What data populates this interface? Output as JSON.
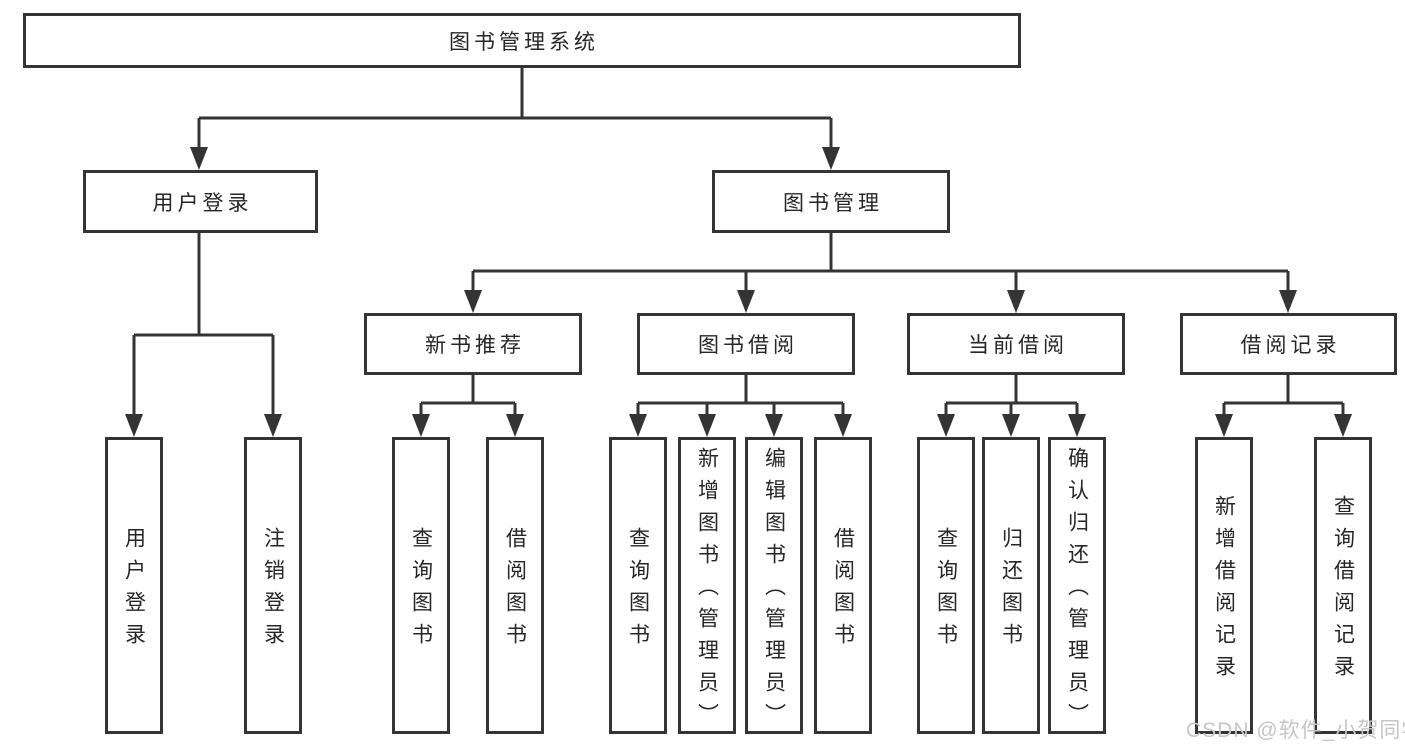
{
  "diagram": {
    "root": "图书管理系统",
    "user_login": {
      "label": "用户登录",
      "children": [
        "用户登录",
        "注销登录"
      ]
    },
    "book_mgmt": {
      "label": "图书管理",
      "new_book": {
        "label": "新书推荐",
        "children": [
          "查询图书",
          "借阅图书"
        ]
      },
      "book_borrow": {
        "label": "图书借阅",
        "children": [
          "查询图书",
          "新增图书（管理员）",
          "编辑图书（管理员）",
          "借阅图书"
        ]
      },
      "current_borrow": {
        "label": "当前借阅",
        "children": [
          "查询图书",
          "归还图书",
          "确认归还（管理员）"
        ]
      },
      "borrow_records": {
        "label": "借阅记录",
        "children": [
          "新增借阅记录",
          "查询借阅记录"
        ]
      }
    }
  },
  "watermark": "CSDN @软件_小贺同学",
  "colors": {
    "line": "#343434",
    "text": "#262626",
    "watermark": "#c6c6c6",
    "background": "#ffffff"
  }
}
